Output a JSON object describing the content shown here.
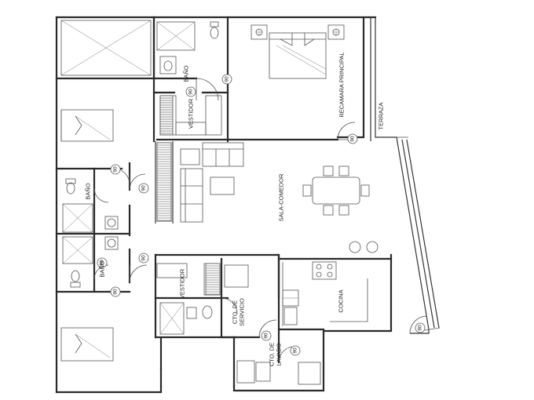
{
  "rooms": {
    "recamara_principal": "RECAMARA PRINCIPAL",
    "terraza": "TERRAZA",
    "bano_top": "BAÑO",
    "vestidor_top": "VESTIDOR",
    "sala_comedor": "SALA-COMEDOR",
    "bano_left_upper": "BAÑO",
    "bano_left_lower": "BAÑO",
    "vestidor_bottom": "VESTIDOR",
    "cto_de_servicio": "CTO. DE SERVICIO",
    "cto_de_servicio_line1": "CTO. DE",
    "cto_de_servicio_line2": "SERVICIO",
    "cocina": "COCINA",
    "cto_de_lavado_line1": "CTO. DE",
    "cto_de_lavado_line2": "LAVADO"
  },
  "door_marks": {
    "d1": "90",
    "d2": "90",
    "d3": "90",
    "d4": "90",
    "d5": "90",
    "d6": "90",
    "d7": "90",
    "d8": "90",
    "d9": "90",
    "d10": "90",
    "d11": "90"
  }
}
